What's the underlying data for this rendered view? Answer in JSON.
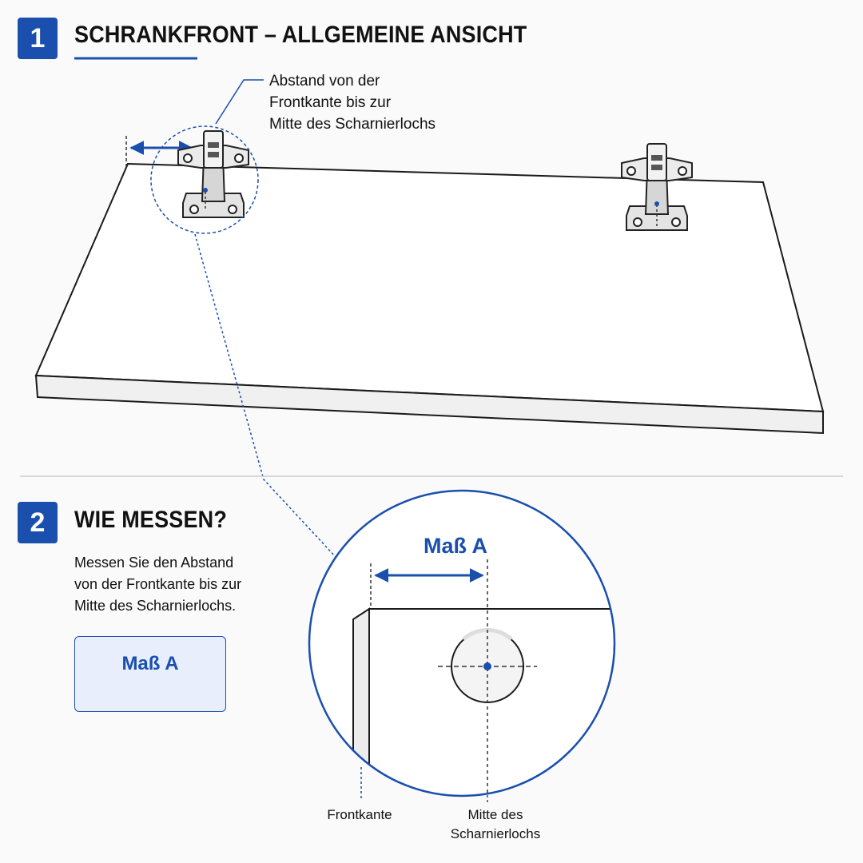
{
  "section1": {
    "number": "1",
    "title": "SCHRANKFRONT – ALLGEMEINE ANSICHT"
  },
  "callout": {
    "lines": [
      "Abstand von der",
      "Frontkante bis zur",
      "Mitte des Scharnierlochs"
    ]
  },
  "section2": {
    "number": "2",
    "title": "WIE MESSEN?"
  },
  "instruction": {
    "lines": [
      "Messen Sie den Abstand",
      "von der Frontkante bis zur",
      "Mitte des Scharnierlochs."
    ]
  },
  "card": {
    "label": "Maß A"
  },
  "detail": {
    "measure_label": "Maß A",
    "frontkante_label": "Frontkante",
    "hole_label_lines": [
      "Mitte des",
      "Scharnierlochs"
    ]
  },
  "colors": {
    "accent": "#1a4fae",
    "accent_light": "#e8eefb",
    "line": "#1a1a1a"
  },
  "icons": [
    "hinge-left-icon",
    "hinge-right-icon",
    "double-arrow-icon"
  ]
}
